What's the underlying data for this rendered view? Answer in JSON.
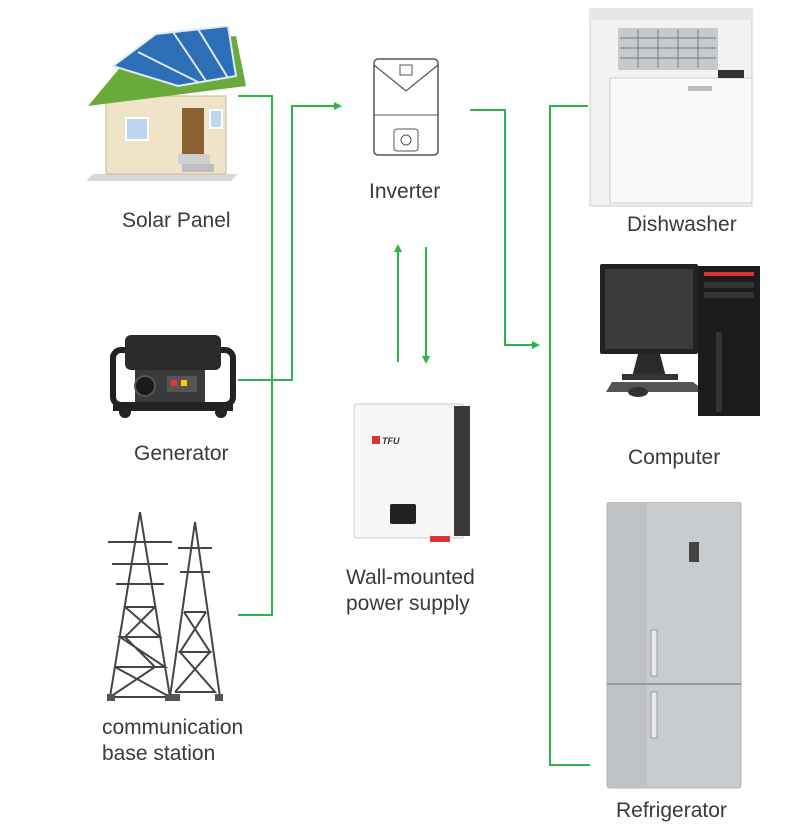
{
  "nodes": {
    "solar_panel": "Solar Panel",
    "generator": "Generator",
    "communication_line1": "communication",
    "communication_line2": "base station",
    "inverter": "Inverter",
    "wall_line1": "Wall-mounted",
    "wall_line2": "power supply",
    "dishwasher": "Dishwasher",
    "computer": "Computer",
    "refrigerator": "Refrigerator"
  },
  "brand_logo": "TFU",
  "connector_color": "#2db54a"
}
